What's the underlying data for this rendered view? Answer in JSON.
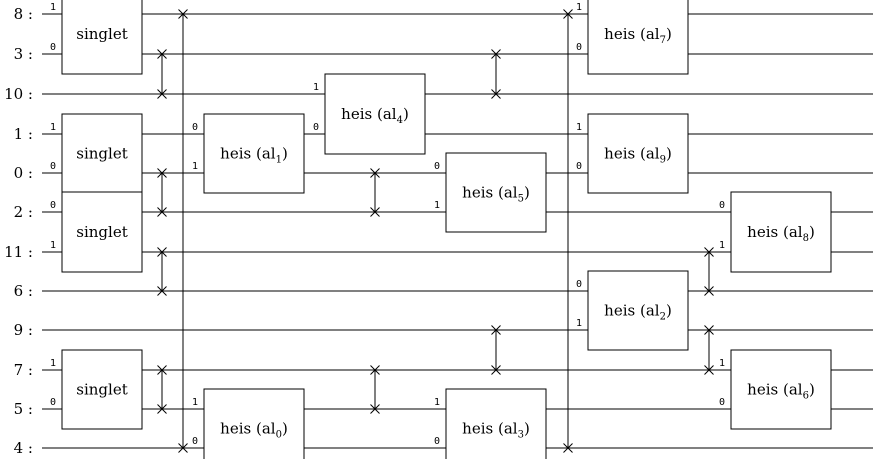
{
  "qubits": [
    "8",
    "3",
    "10",
    "1",
    "0",
    "2",
    "11",
    "6",
    "9",
    "7",
    "5",
    "4"
  ],
  "label_suffix": ":",
  "gates": [
    {
      "name": "singlet",
      "sub": "",
      "pins": [
        "1",
        "0"
      ]
    },
    {
      "name": "singlet",
      "sub": "",
      "pins": [
        "1",
        "0"
      ]
    },
    {
      "name": "singlet",
      "sub": "",
      "pins": [
        "0",
        "1"
      ]
    },
    {
      "name": "singlet",
      "sub": "",
      "pins": [
        "1",
        "0"
      ]
    },
    {
      "name": "heis (al",
      "sub": "1",
      "pins": [
        "0",
        "1"
      ]
    },
    {
      "name": "heis (al",
      "sub": "0",
      "pins": [
        "1",
        "0"
      ]
    },
    {
      "name": "heis (al",
      "sub": "4",
      "pins": [
        "1",
        "0"
      ]
    },
    {
      "name": "heis (al",
      "sub": "5",
      "pins": [
        "0",
        "1"
      ]
    },
    {
      "name": "heis (al",
      "sub": "3",
      "pins": [
        "1",
        "0"
      ]
    },
    {
      "name": "heis (al",
      "sub": "7",
      "pins": [
        "1",
        "0"
      ]
    },
    {
      "name": "heis (al",
      "sub": "9",
      "pins": [
        "1",
        "0"
      ]
    },
    {
      "name": "heis (al",
      "sub": "2",
      "pins": [
        "0",
        "1"
      ]
    },
    {
      "name": "heis (al",
      "sub": "8",
      "pins": [
        "0",
        "1"
      ]
    },
    {
      "name": "heis (al",
      "sub": "6",
      "pins": [
        "1",
        "0"
      ]
    }
  ],
  "swaps": [
    {
      "a": 1,
      "b": 2
    },
    {
      "a": 4,
      "b": 5
    },
    {
      "a": 6,
      "b": 7
    },
    {
      "a": 9,
      "b": 10
    },
    {
      "a": 0,
      "b": 11
    },
    {
      "a": 4,
      "b": 5
    },
    {
      "a": 9,
      "b": 10
    },
    {
      "a": 1,
      "b": 2
    },
    {
      "a": 8,
      "b": 9
    },
    {
      "a": 0,
      "b": 11
    },
    {
      "a": 6,
      "b": 7
    },
    {
      "a": 8,
      "b": 9
    }
  ]
}
